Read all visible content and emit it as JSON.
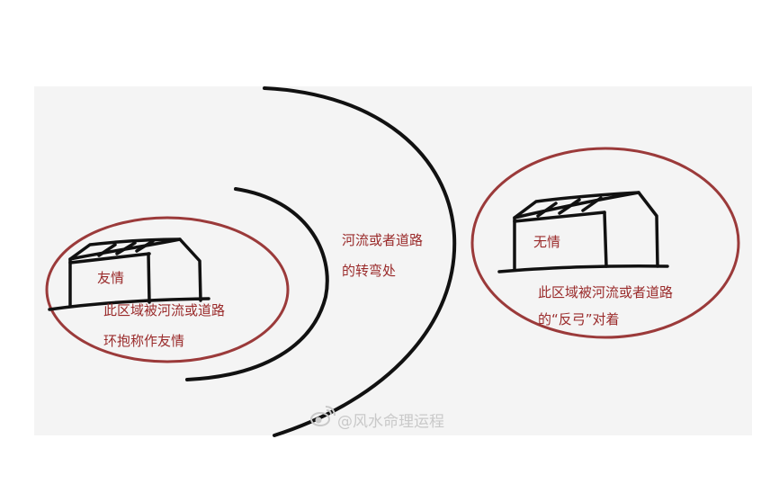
{
  "labels": {
    "left_house": "友情",
    "left_line1": "此区域被河流或道路",
    "left_line2": "环抱称作友情",
    "middle_line1": "河流或者道路",
    "middle_line2": "的转弯处",
    "right_house": "无情",
    "right_line1": "此区域被河流或者道路",
    "right_line2": "的“反弓”对着"
  },
  "watermark": "@风水命理运程",
  "colors": {
    "ink": "#111111",
    "ellipse": "#9b3a3a",
    "text": "#9a2b2b",
    "watermark": "#c9c9c9"
  },
  "icons": {
    "watermark_logo": "weibo-logo-icon"
  }
}
